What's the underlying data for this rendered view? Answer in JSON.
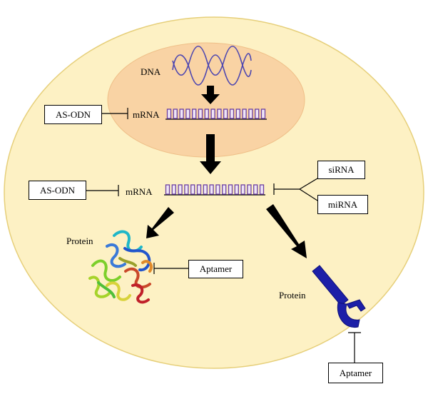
{
  "labels": {
    "dna": "DNA",
    "mrna_nucleus": "mRNA",
    "mrna_cytoplasm": "mRNA",
    "protein_left": "Protein",
    "protein_right": "Protein"
  },
  "boxes": {
    "as_odn_nucleus": "AS-ODN",
    "as_odn_cytoplasm": "AS-ODN",
    "sirna": "siRNA",
    "mirna": "miRNA",
    "aptamer_left": "Aptamer",
    "aptamer_right": "Aptamer"
  },
  "colors": {
    "cell": "#fdf1c4",
    "cell_border": "#e6cf7a",
    "nucleus": "#f9d3a4",
    "dna_helix": "#4e47b0",
    "mrna_strand": "#6b3fa0",
    "arrow": "#000000",
    "receptor": "#1c1fa8"
  },
  "icons": {
    "protein_structure": "protein-ribbon-icon",
    "receptor": "receptor-protein-icon"
  }
}
